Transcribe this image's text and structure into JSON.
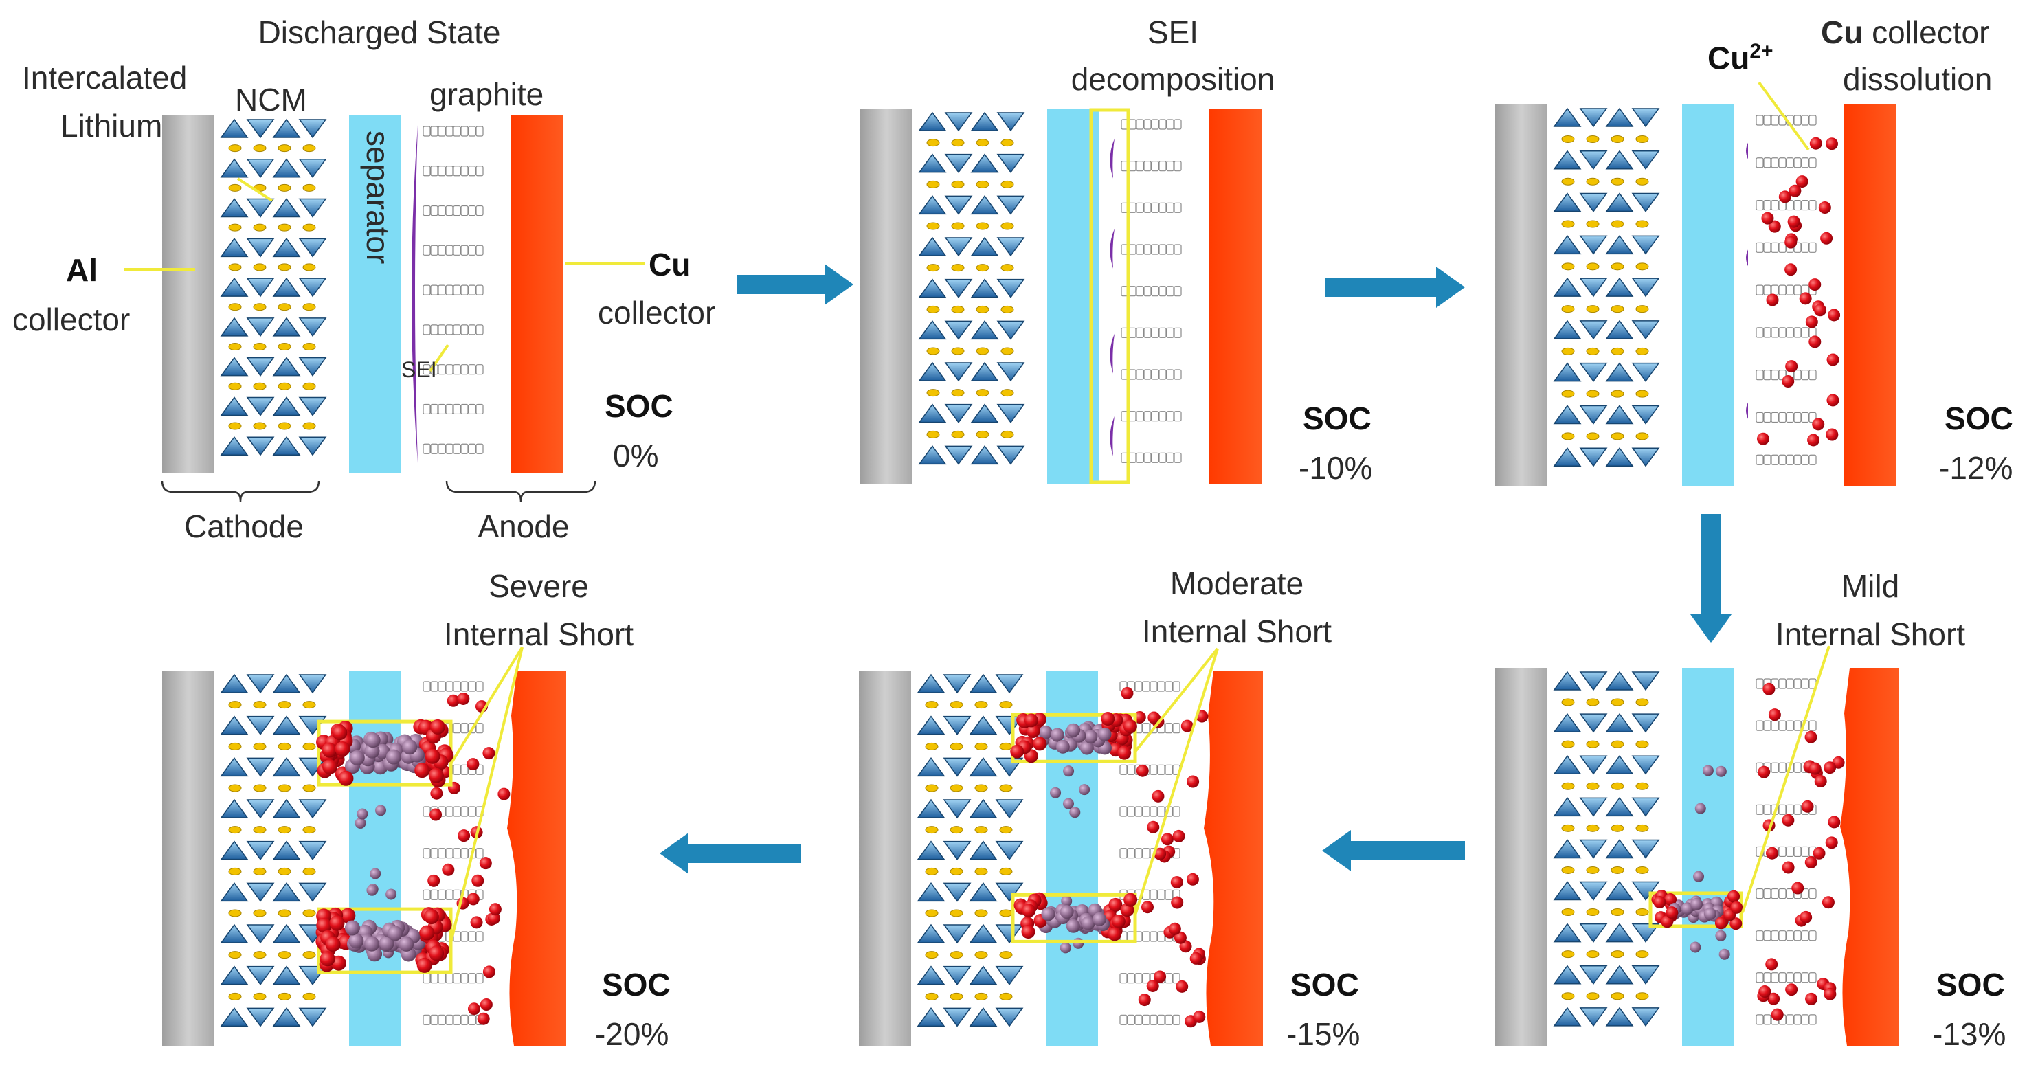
{
  "labels": {
    "discharged_state": "Discharged State",
    "intercalated_lithium_1": "Intercalated",
    "intercalated_lithium_2": "Lithium",
    "ncm": "NCM",
    "graphite": "graphite",
    "separator": "separator",
    "al": "Al",
    "al_collector": "collector",
    "cu": "Cu",
    "cu_collector": "collector",
    "sei": "SEI",
    "cathode": "Cathode",
    "anode": "Anode",
    "soc": "SOC",
    "soc_0": "0%",
    "sei_decomposition_1": "SEI",
    "sei_decomposition_2": "decomposition",
    "soc_10": "-10%",
    "cu2_base": "Cu",
    "cu2_sup": "2+",
    "cu_dissolution_1": "Cu",
    "cu_dissolution_2": "collector",
    "cu_dissolution_3": "dissolution",
    "soc_12": "-12%",
    "mild_1": "Mild",
    "mild_2": "Internal Short",
    "soc_13": "-13%",
    "moderate_1": "Moderate",
    "moderate_2": "Internal Short",
    "soc_15": "-15%",
    "severe_1": "Severe",
    "severe_2": "Internal Short",
    "soc_20": "-20%"
  },
  "colors": {
    "al_collector": "#b9b9b9",
    "separator": "#7fdcf5",
    "cu_collector": "#ff4d12",
    "ncm_crystal": "#2e7fc1",
    "lithium": "#f2c200",
    "sei": "#7b2fa8",
    "copper_particle": "#e0101a",
    "lithium_plating": "#8e6a8e",
    "highlight": "#f0ea3a",
    "arrow": "#1f86b8",
    "graphite": "#8a8a8a"
  }
}
